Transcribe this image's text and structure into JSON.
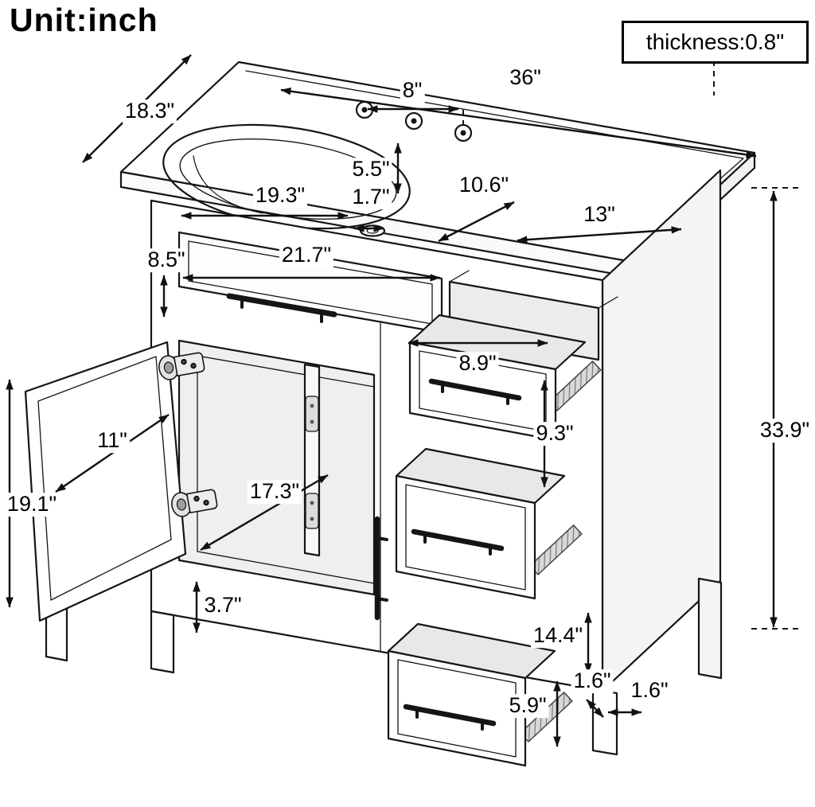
{
  "title": "Unit:inch",
  "thickness_box": {
    "label": "thickness:0.8\""
  },
  "colors": {
    "ink": "#151515",
    "background": "#ffffff",
    "cavity": "#ececec",
    "rail": "#d9d9d9"
  },
  "dims": {
    "top_width": "36\"",
    "top_depth": "18.3\"",
    "faucet_spread": "8\"",
    "faucet_to_sink": "5.5\"",
    "sink_width": "19.3\"",
    "drain_offset": "1.7\"",
    "sink_depth": "10.6\"",
    "counter_right_width": "13\"",
    "top_drawer_height": "8.5\"",
    "top_drawer_width": "21.7\"",
    "side_drawer_width": "8.9\"",
    "side_drawer_height": "9.3\"",
    "door_width": "11\"",
    "opening_width": "17.3\"",
    "door_height": "19.1\"",
    "base_height": "3.7\"",
    "drawer_depth": "14.4\"",
    "rail_thickness": "1.6\"",
    "side_gap": "1.6\"",
    "bottom_drawer_height": "5.9\"",
    "total_height": "33.9\""
  }
}
